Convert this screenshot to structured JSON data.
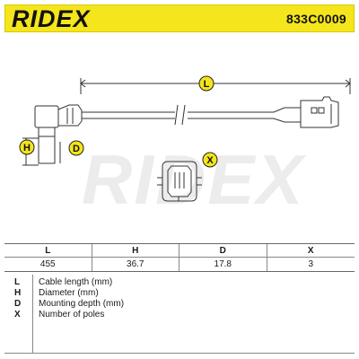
{
  "brand": {
    "logo_text": "RIDEX",
    "part_number": "833C0009"
  },
  "diagram": {
    "watermark_text": "RIDEX",
    "labels": {
      "length": "L",
      "height": "H",
      "diameter": "D",
      "poles": "X"
    },
    "icon": "crankshaft-sensor-with-cable-and-connector"
  },
  "colors": {
    "header_yellow": "#f4e51c",
    "outline": "#333333"
  },
  "table": {
    "headers": [
      "L",
      "H",
      "D",
      "X"
    ],
    "values": [
      "455",
      "36.7",
      "17.8",
      "3"
    ]
  },
  "legend": [
    {
      "key": "L",
      "text": "Cable length (mm)"
    },
    {
      "key": "H",
      "text": "Diameter (mm)"
    },
    {
      "key": "D",
      "text": "Mounting depth (mm)"
    },
    {
      "key": "X",
      "text": "Number of poles"
    }
  ]
}
